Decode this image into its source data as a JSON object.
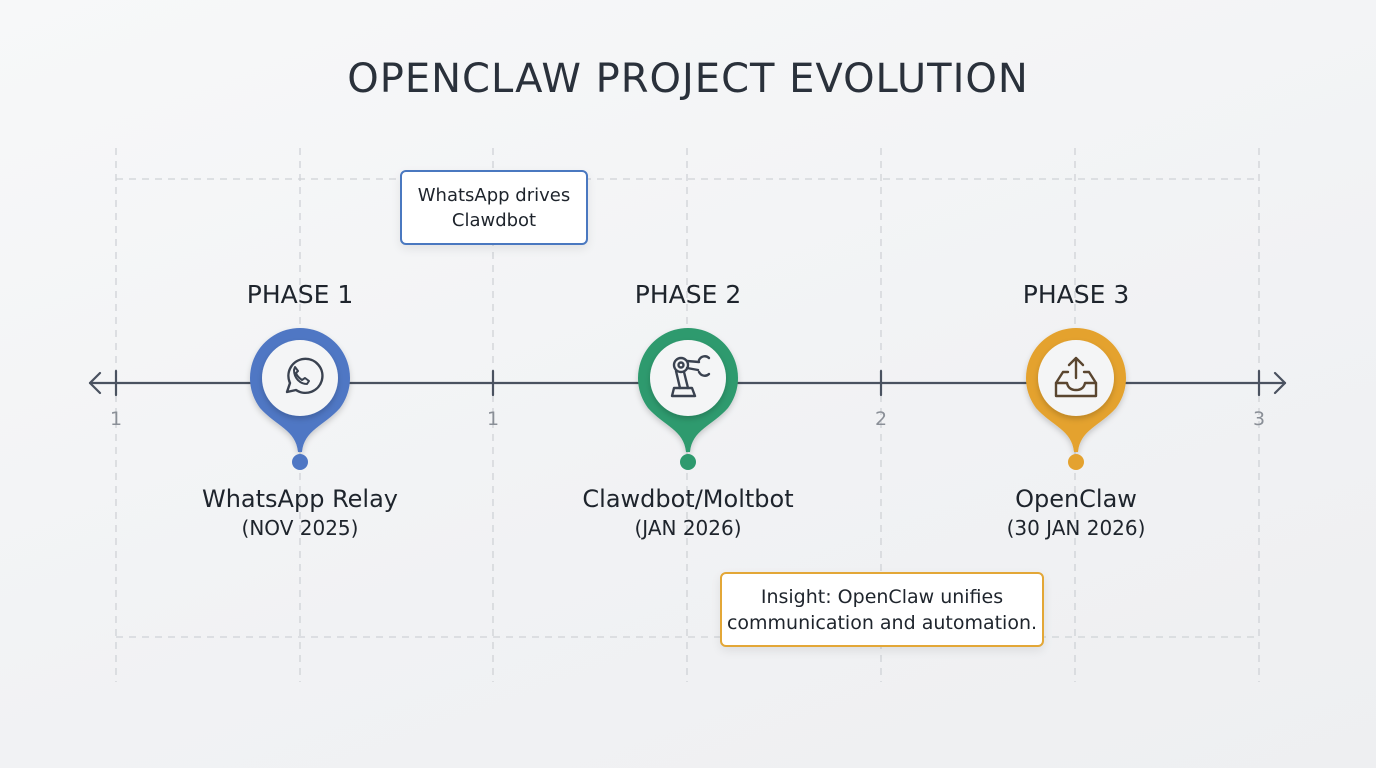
{
  "title": "OPENCLAW PROJECT EVOLUTION",
  "colors": {
    "phase1": "#4f77c4",
    "phase2": "#2e9a6e",
    "phase3": "#e4a22f",
    "axis": "#4a5260",
    "grid": "#cfd2d6"
  },
  "axis": {
    "tick_labels": [
      "1",
      "1",
      "2",
      "3"
    ],
    "left_arrow": "arrow-left",
    "right_arrow": "arrow-right"
  },
  "phases": [
    {
      "label": "PHASE 1",
      "icon": "whatsapp-icon",
      "name": "WhatsApp Relay",
      "date": "(NOV 2025)"
    },
    {
      "label": "PHASE 2",
      "icon": "robot-arm-icon",
      "name": "Clawdbot/Moltbot",
      "date": "(JAN 2026)"
    },
    {
      "label": "PHASE 3",
      "icon": "inbox-upload-icon",
      "name": "OpenClaw",
      "date": "(30 JAN 2026)"
    }
  ],
  "callouts": {
    "top": {
      "line1": "WhatsApp drives",
      "line2": "Clawdbot"
    },
    "insight": {
      "line1": "Insight: OpenClaw unifies",
      "line2": "communication and automation."
    }
  }
}
